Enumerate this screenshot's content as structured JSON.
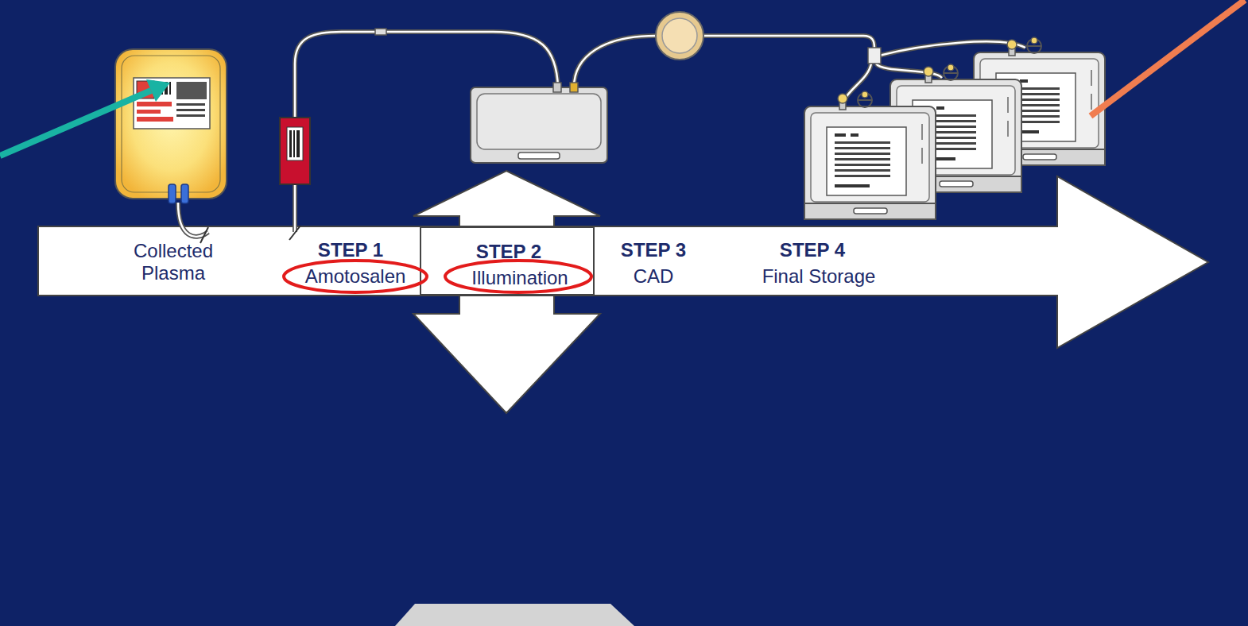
{
  "diagram": {
    "nodes": [
      {
        "text": [
          "Collected Plasma",
          "STEP 1",
          "Amotosalen",
          "STEP 3",
          "CAD",
          "STEP 4",
          "Final Storage"
        ]
      },
      {
        "text": [
          "STEP 2",
          "Illumination"
        ],
        "in": 0
      }
    ]
  }
}
